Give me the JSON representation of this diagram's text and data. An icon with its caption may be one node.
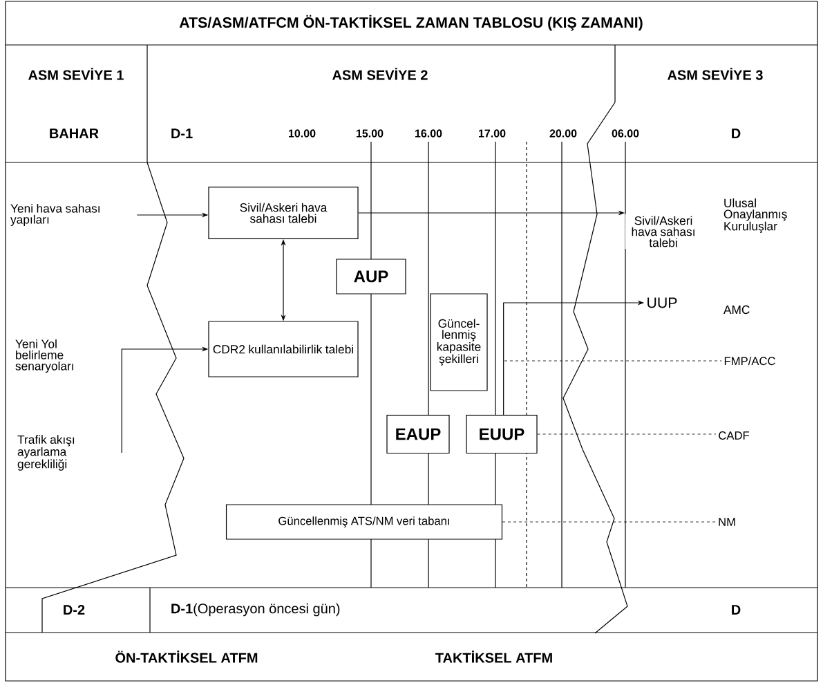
{
  "diagram": {
    "title": "ATS/ASM/ATFCM ÖN-TAKTİKSEL ZAMAN TABLOSU (KIŞ ZAMANI)",
    "nodes": [
      {
        "text": [
          "Yeni hava sahası yapıları"
        ]
      },
      {
        "text": [
          "Sivil/Askeri hava sahası talebi"
        ]
      },
      {
        "text": [
          "Sivil/Askeri hava sahası talebi"
        ]
      },
      {
        "text": [
          "AUP"
        ]
      },
      {
        "text": [
          "Güncel-lenmiş kapasite şekilleri"
        ]
      },
      {
        "text": [
          "UUP"
        ]
      },
      {
        "text": [
          "CDR2 kullanılabilirlik talebi"
        ]
      },
      {
        "text": [
          "Trafik akışı ayarlama gerekliliği"
        ]
      },
      {
        "text": [
          "EAUP"
        ]
      },
      {
        "text": [
          "EUUP"
        ]
      },
      {
        "text": [
          "Güncellenmiş ATS/NM veri tabanı"
        ]
      },
      {
        "text": [
          "FMP/ACC"
        ]
      },
      {
        "text": [
          "CADF"
        ]
      },
      {
        "text": [
          "NM"
        ]
      }
    ],
    "edges": [
      {
        "from": 0,
        "to": 1,
        "arrow": "to"
      },
      {
        "from": 1,
        "to": 2,
        "arrow": "to"
      },
      {
        "from": 1,
        "to": 6,
        "arrow": "both"
      },
      {
        "from": 7,
        "to": 6,
        "arrow": "to"
      },
      {
        "from": 9,
        "to": 5,
        "arrow": "to"
      },
      {
        "from": null,
        "to": 11,
        "arrow": "none",
        "style": "dashed"
      },
      {
        "from": 9,
        "to": 12,
        "arrow": "none",
        "style": "dashed"
      },
      {
        "from": 10,
        "to": 13,
        "arrow": "none",
        "style": "dashed"
      }
    ],
    "labels": [
      "ASM SEVİYE 1",
      "ASM SEVİYE 2",
      "ASM SEVİYE 3",
      "BAHAR",
      "D-1",
      "10.00",
      "15.00",
      "16.00",
      "17.00",
      "20.00",
      "06.00",
      "D",
      "Ulusal Onaylanmış Kuruluşlar",
      "AMC",
      "Yeni Yol belirleme senaryoları",
      "D-2",
      "**D-1**(Operasyon öncesi gün)",
      "D",
      "ÖN-TAKTİKSEL ATFM",
      "TAKTİKSEL ATFM"
    ]
  }
}
